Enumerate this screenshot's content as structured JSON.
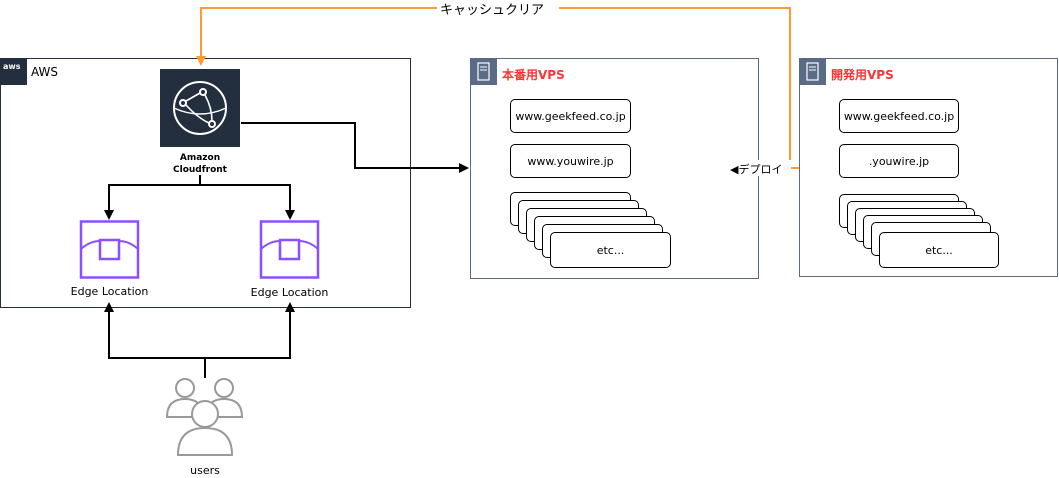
{
  "aws_group": {
    "label": "AWS",
    "badge": "aws"
  },
  "cloudfront": {
    "label_line1": "Amazon",
    "label_line2": "Cloudfront"
  },
  "edge_locations": [
    "Edge Location",
    "Edge Location"
  ],
  "users": {
    "label": "users"
  },
  "cache_clear": {
    "label": "キャッシュクリア",
    "color": "#ff9933"
  },
  "deploy": {
    "label": "◀デプロイ"
  },
  "prod_vps": {
    "title": "本番用VPS",
    "sites": [
      "www.geekfeed.co.jp",
      "www.youwire.jp"
    ],
    "stack_label": "etc..."
  },
  "dev_vps": {
    "title": "開発用VPS",
    "sites": [
      "www.geekfeed.co.jp",
      ".youwire.jp"
    ],
    "stack_label": "etc..."
  },
  "colors": {
    "cloudfront_bg": "#232f3e",
    "edge_purple": "#8c4fff",
    "group_border": "#232f3e",
    "server_icon": "#5a6b86",
    "title_red": "#ff3333",
    "user_gray": "#999999"
  }
}
